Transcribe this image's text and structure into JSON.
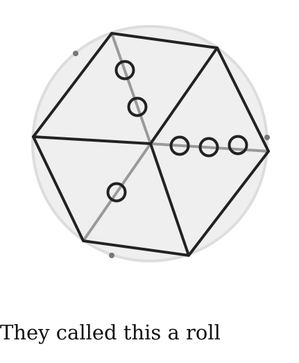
{
  "caption": "They called this a roll",
  "colors": {
    "background_disc": "#efefef",
    "disc_outline": "#dddddd",
    "edge": "#222222",
    "seam": "#9a9a9a",
    "dot": "#777777",
    "pip": "#222222"
  },
  "diagram": {
    "shape": "hexagonal die net inside circle",
    "faces": 3,
    "pips_per_face": [
      2,
      3,
      1
    ],
    "total_pips": 6
  }
}
